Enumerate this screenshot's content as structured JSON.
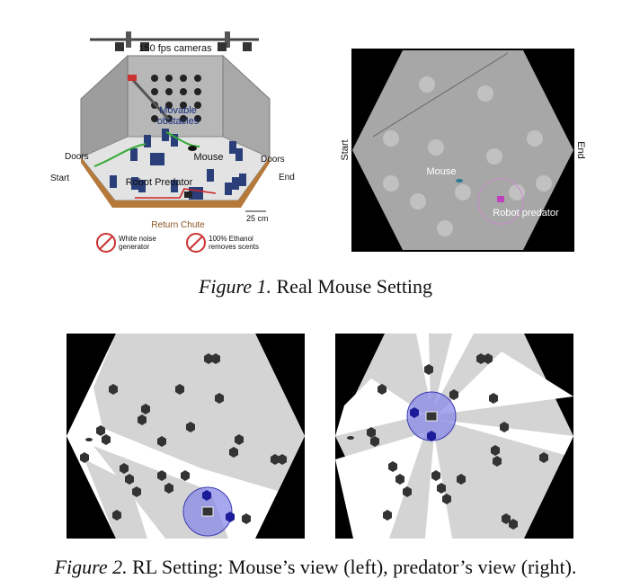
{
  "figure1": {
    "caption_prefix": "Figure 1.",
    "caption_text": "Real Mouse Setting",
    "left": {
      "cameras_label": "150 fps cameras",
      "obstacles_label_line1": "Movable",
      "obstacles_label_line2": "obstacles",
      "mouse_label": "Mouse",
      "doors_left": "Doors",
      "doors_right": "Doors",
      "start_label": "Start",
      "end_label": "End",
      "robot_label": "Robot Predator",
      "chute_label": "Return Chute",
      "scale_label": "25 cm",
      "legend1_line1": "White noise",
      "legend1_line2": "generator",
      "legend2_line1": "100% Ethanol",
      "legend2_line2": "removes scents"
    },
    "right": {
      "start_label": "Start",
      "end_label": "End",
      "mouse_label": "Mouse",
      "robot_label": "Robot predator"
    }
  },
  "figure2": {
    "caption_prefix": "Figure 2.",
    "caption_text": "RL Setting: Mouse’s view (left), predator’s view (right)."
  },
  "colors": {
    "hex_obstacle": "#333333",
    "view_light": "#d4d4d4",
    "predator_circle": "#8a8ae8",
    "predator_hex": "#1c1c9a",
    "wall": "#9a9a9a",
    "barrel": "#2a3f7a"
  }
}
